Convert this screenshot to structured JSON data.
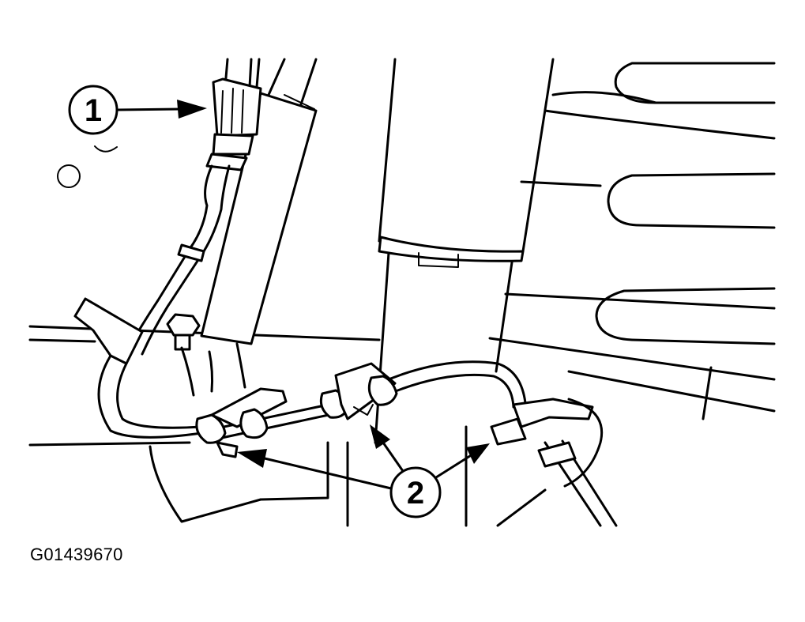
{
  "callouts": [
    {
      "id": "1",
      "label": "1"
    },
    {
      "id": "2",
      "label": "2"
    }
  ],
  "figure_id": "G01439670"
}
